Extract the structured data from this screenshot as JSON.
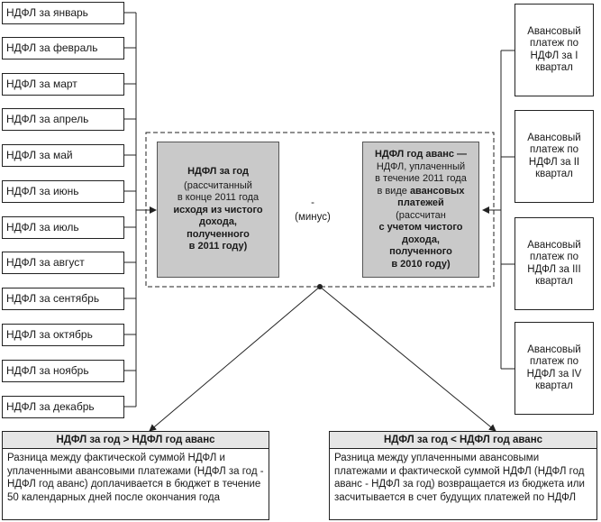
{
  "months": [
    "НДФЛ за январь",
    "НДФЛ за февраль",
    "НДФЛ за март",
    "НДФЛ за апрель",
    "НДФЛ за май",
    "НДФЛ за июнь",
    "НДФЛ за июль",
    "НДФЛ за август",
    "НДФЛ за сентябрь",
    "НДФЛ за октябрь",
    "НДФЛ за ноябрь",
    "НДФЛ за декабрь"
  ],
  "advance_quarters": [
    "Авансовый платеж по НДФЛ за I квартал",
    "Авансовый платеж по НДФЛ за II квартал",
    "Авансовый платеж по НДФЛ за III квартал",
    "Авансовый платеж по НДФЛ за IV квартал"
  ],
  "year_box": {
    "title": "НДФЛ за год",
    "line1": "(рассчитанный",
    "line2": "в конце 2011 года",
    "line3": "исходя из чистого",
    "line4": "дохода,",
    "line5": "полученного",
    "line6": "в 2011 году)"
  },
  "minus": {
    "sign": "-",
    "label": "(минус)"
  },
  "advance_box": {
    "title": "НДФЛ год аванс —",
    "line1": "НДФЛ, уплаченный",
    "line2": "в течение 2011 года",
    "line3a": "в виде",
    "line3b": "авансовых",
    "line4": "платежей",
    "line5": "(рассчитан",
    "line6": "с учетом чистого",
    "line7": "дохода,",
    "line8": "полученного",
    "line9": "в 2010 году)"
  },
  "result_left": {
    "header": "НДФЛ за год > НДФЛ год аванс",
    "text": "Разница  между фактической суммой НДФЛ и уплаченными авансовыми платежами (НДФЛ за год - НДФЛ год аванс) доплачивается в бюджет в течение 50 календарных дней после окончания года"
  },
  "result_right": {
    "header": "НДФЛ за год < НДФЛ год аванс",
    "text": "Разница между уплаченными авансовыми платежами и фактической суммой НДФЛ (НДФЛ год аванс - НДФЛ за год) возвращается из бюджета или засчитывается в счет будущих платежей по НДФЛ"
  }
}
